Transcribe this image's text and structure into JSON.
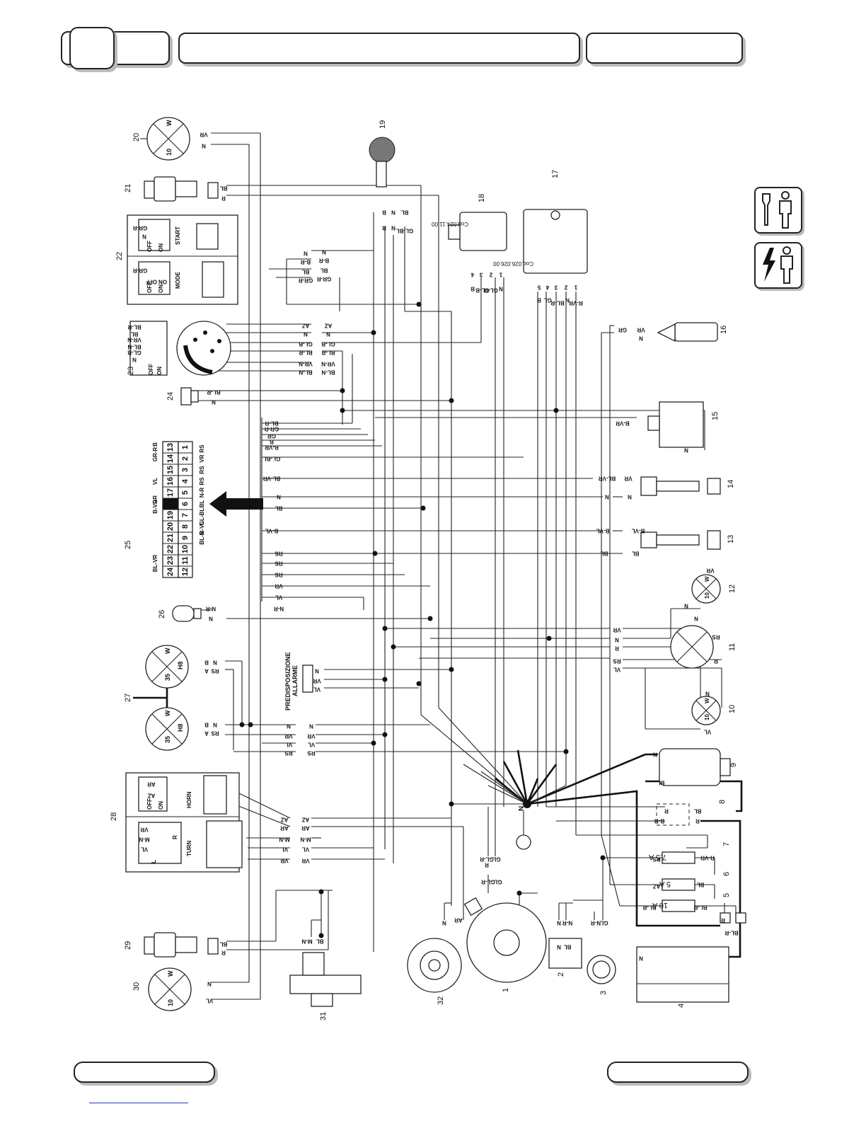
{
  "header": {
    "tab_left": "",
    "tab_center": "",
    "tab_right": ""
  },
  "footer": {
    "tab_left": "",
    "tab_right": ""
  },
  "icons": [
    "mechanic-tool-icon",
    "electrical-hazard-icon"
  ],
  "components": {
    "c1": "1",
    "c2": "2",
    "c3": "3",
    "c4": "4",
    "c5": "5",
    "c6": "6",
    "c7": "7",
    "c8": "8",
    "c9": "9",
    "c10": "10",
    "c11": "11",
    "c12": "12",
    "c13": "13",
    "c14": "14",
    "c15": "15",
    "c16": "16",
    "c17": "17",
    "c18": "18",
    "c19": "19",
    "c20": "20",
    "c21": "21",
    "c22": "22",
    "c23": "23",
    "c24": "24",
    "c25": "25",
    "c26": "26",
    "c27": "27",
    "c28": "28",
    "c29": "29",
    "c30": "30",
    "c31": "31",
    "c32": "32"
  },
  "codes": {
    "cdi": "Cod.026.026.00",
    "regulator": "Cod.024.11.00"
  },
  "fuses": {
    "f10": "10 A",
    "f5": "5 A",
    "f75": "7.5 A"
  },
  "ground": "N",
  "alarm_label": {
    "line1": "PREDISPOSIZIONE",
    "line2": "ALLARME"
  },
  "switch_labels": {
    "start": "START",
    "mode": "MODE",
    "horn": "HORN",
    "turn": "TURN",
    "off": "OFF",
    "on": "ON",
    "l": "L",
    "r": "R"
  },
  "bulbs": {
    "b20": {
      "w": "W",
      "v": "10"
    },
    "b30": {
      "w": "W",
      "v": "10"
    },
    "b27a": {
      "w": "W",
      "v": "35",
      "t": "H8"
    },
    "b27b": {
      "w": "W",
      "v": "35",
      "t": "H8"
    },
    "b10": {
      "w": "W",
      "v": "10"
    },
    "b12": {
      "w": "W",
      "v": "10"
    }
  },
  "connector25": {
    "top": [
      "24",
      "23",
      "22",
      "21",
      "20",
      "19",
      "18",
      "17",
      "16",
      "15",
      "14",
      "13"
    ],
    "bottom": [
      "12",
      "11",
      "10",
      "9",
      "8",
      "7",
      "6",
      "5",
      "4",
      "3",
      "2",
      "1"
    ],
    "left_labels": [
      "BL-VR",
      "B-VR",
      "GR",
      "VL",
      "GR-R",
      "B"
    ],
    "right_labels": [
      "RS",
      "VR",
      "RS",
      "RS",
      "N-R",
      "BL",
      "GL-BL",
      "B-VL",
      "BL-R"
    ]
  },
  "wire_labels": {
    "w20": [
      "VR",
      "N"
    ],
    "w21": [
      "BL",
      "R"
    ],
    "w22": [
      "N",
      "B-R",
      "BL",
      "GR-R"
    ],
    "w22b": [
      "N",
      "B-R",
      "BL",
      "GR-R"
    ],
    "w23": [
      "AZ",
      "N",
      "GL-B",
      "BL-R",
      "VR-N",
      "BL-N"
    ],
    "w23b": [
      "AZ",
      "N",
      "GL-B",
      "BL-R",
      "VR-N",
      "BL-N"
    ],
    "w24": [
      "BL-R",
      "N"
    ],
    "w19": [
      "B",
      "N",
      "BL",
      "B",
      "N",
      "GL-BL"
    ],
    "w18": [
      "4",
      "3",
      "2",
      "1",
      "B",
      "GL-B",
      "GL-R",
      "N"
    ],
    "w17": [
      "5",
      "4",
      "3",
      "2",
      "1",
      "B",
      "GL",
      "BL-R",
      "N",
      "R-VR"
    ],
    "w16": [
      "GR",
      "VR",
      "N"
    ],
    "w15": [
      "B-VR",
      "N"
    ],
    "w14": [
      "VR",
      "BL-VR",
      "N",
      "N"
    ],
    "w13": [
      "B-VL",
      "B-VL",
      "BL",
      "BL"
    ],
    "bus": [
      "BL-R",
      "GR-R",
      "GR",
      "B",
      "B-VR",
      "GL-BL",
      "BL-VR",
      "N",
      "BL",
      "B-VL",
      "RS",
      "RS",
      "RS",
      "VR",
      "VL",
      "N-R"
    ],
    "w26": [
      "N-R",
      "N"
    ],
    "w27a": [
      "A",
      "B",
      "N",
      "RS"
    ],
    "w27b": [
      "A",
      "B",
      "N",
      "RS"
    ],
    "alarm": [
      "N",
      "VR",
      "VL"
    ],
    "w27c": [
      "N",
      "VR",
      "VL",
      "RS",
      "N",
      "VR",
      "VL",
      "RS"
    ],
    "w28": [
      "AZ",
      "AR",
      "M-N",
      "VL",
      "VR",
      "AZ",
      "AR",
      "M-N",
      "VL",
      "VR"
    ],
    "w28sw": [
      "AR",
      "AZ",
      "VR",
      "M-N",
      "VL"
    ],
    "w22sw": [
      "GR-R",
      "N",
      "GR-R",
      "OFF",
      "ON"
    ],
    "w23sw": [
      "BL-R",
      "BL",
      "VR-N",
      "BL-N",
      "GL-B",
      "N"
    ],
    "w29": [
      "BL",
      "R"
    ],
    "w30": [
      "N",
      "VL"
    ],
    "w31": [
      "M-N",
      "BL"
    ],
    "w12": [
      "VR",
      "N"
    ],
    "w11": [
      "VR",
      "N",
      "R",
      "RS",
      "VL",
      "N",
      "RS",
      "R"
    ],
    "w10": [
      "N",
      "VL"
    ],
    "w9": [
      "N",
      "BL"
    ],
    "w8": [
      "R",
      "BL",
      "B-R",
      "R"
    ],
    "w7": [
      "RS",
      "R-VR"
    ],
    "w6": [
      "AZ",
      "BL"
    ],
    "w5": [
      "BL-R",
      "BL-R"
    ],
    "w4": [
      "N",
      "R",
      "BL-R"
    ],
    "w1": [
      "R",
      "GL-R",
      "GL",
      "GL-R",
      "GL"
    ],
    "w2": [
      "N",
      "N-R",
      "N",
      "BL"
    ],
    "w3": [
      "N-R",
      "GL"
    ],
    "w32": [
      "N",
      "AR"
    ]
  }
}
